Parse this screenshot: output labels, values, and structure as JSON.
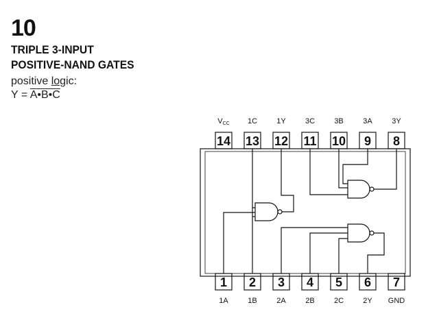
{
  "header": {
    "chip_number": "10",
    "title_line1": "TRIPLE 3-INPUT",
    "title_line2": "POSITIVE-NAND GATES",
    "logic_prefix": "positive ",
    "logic_underlined": "lo",
    "logic_suffix": "gic:",
    "equation_prefix": "Y = ",
    "equation_overbar": "A•B•C"
  },
  "pins": {
    "top": [
      {
        "num": "14",
        "vcc_main": "V",
        "vcc_sub": "CC"
      },
      {
        "num": "13",
        "label": "1C"
      },
      {
        "num": "12",
        "label": "1Y"
      },
      {
        "num": "11",
        "label": "3C"
      },
      {
        "num": "10",
        "label": "3B"
      },
      {
        "num": "9",
        "label": "3A"
      },
      {
        "num": "8",
        "label": "3Y"
      }
    ],
    "bottom": [
      {
        "num": "1",
        "label": "1A"
      },
      {
        "num": "2",
        "label": "1B"
      },
      {
        "num": "3",
        "label": "2A"
      },
      {
        "num": "4",
        "label": "2B"
      },
      {
        "num": "5",
        "label": "2C"
      },
      {
        "num": "6",
        "label": "2Y"
      },
      {
        "num": "7",
        "label": "GND"
      }
    ]
  }
}
